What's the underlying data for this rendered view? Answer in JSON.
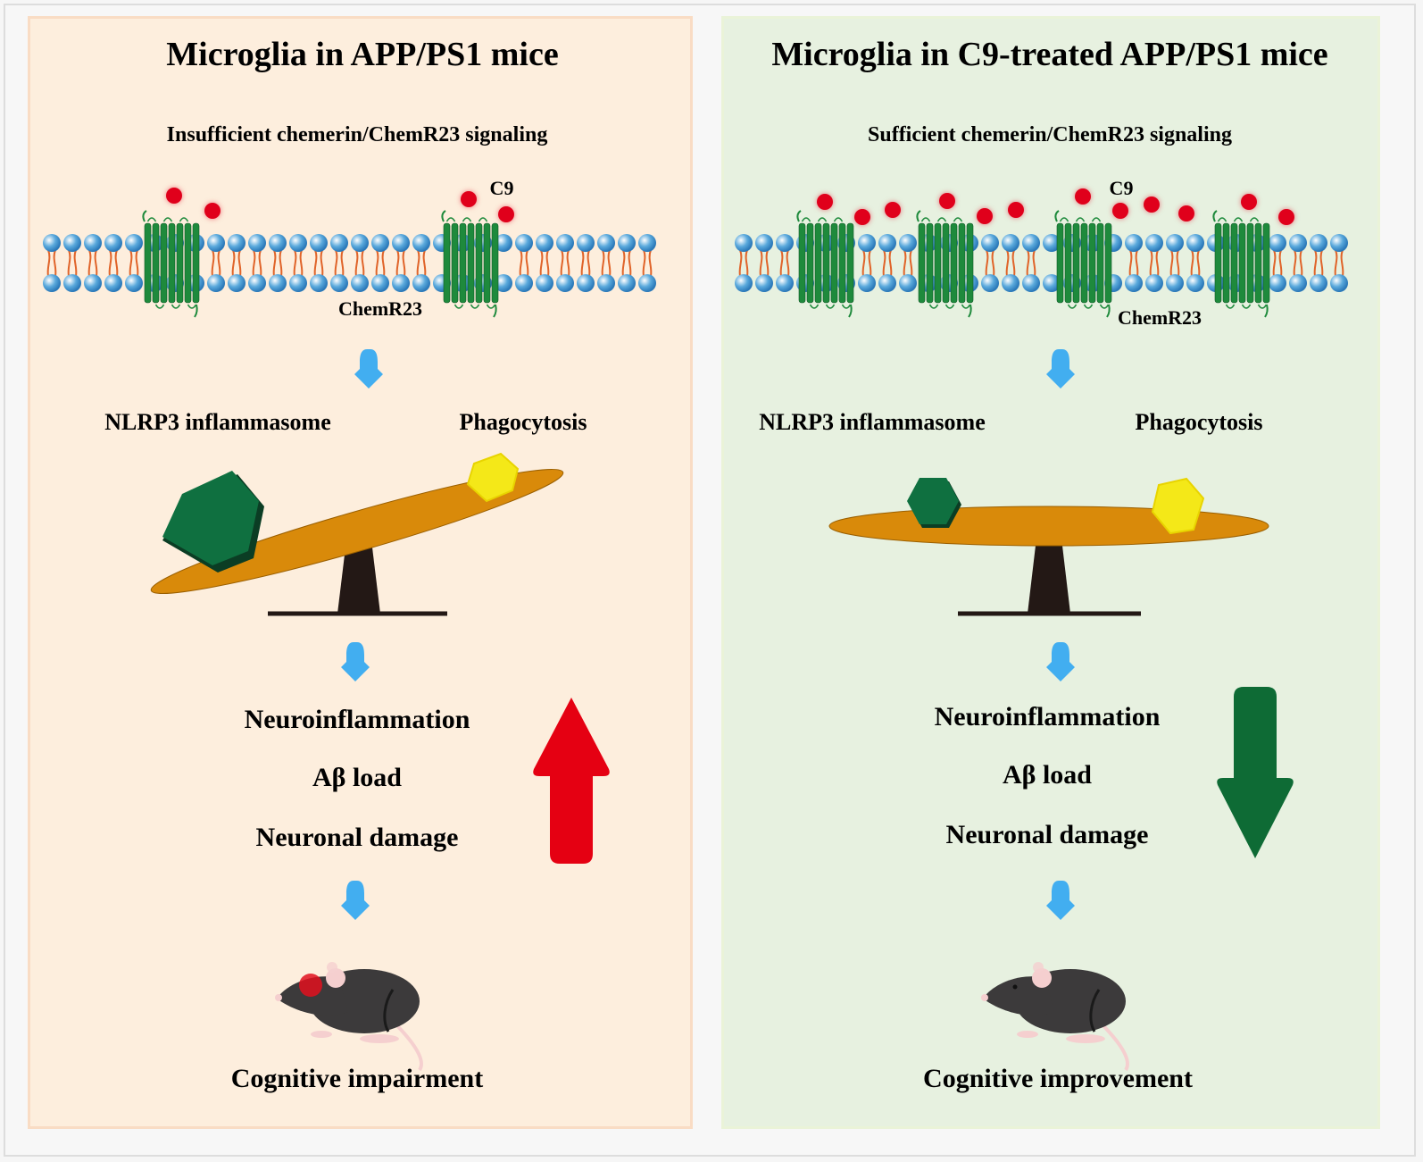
{
  "colors": {
    "left_bg": "#fdeedd",
    "right_bg": "#e7f1e0",
    "lipid_head": "#5aa9dc",
    "lipid_tail": "#e0642a",
    "receptor": "#1e8a3c",
    "ligand": "#e0001b",
    "flow_arrow": "#42aef0",
    "seesaw_beam": "#d98a0a",
    "seesaw_stand": "#231815",
    "nlrp3_hex": "#0f7040",
    "phago_hex": "#f4e818",
    "up_arrow": "#e50012",
    "down_arrow": "#0e6b35",
    "mouse_body": "#3c3a3b",
    "mouse_pink": "#f5cfcf",
    "brain_highlight": "#e0101e"
  },
  "panels": [
    {
      "id": "untreated",
      "title": "Microglia in APP/PS1 mice",
      "signaling": "Insufficient chemerin/ChemR23 signaling",
      "ligand_label": "C9",
      "receptor_label": "ChemR23",
      "receptor_count": 2,
      "ligand_count": 4,
      "left_weight": "NLRP3 inflammasome",
      "right_weight": "Phagocytosis",
      "balance": "tilted toward NLRP3 inflammasome",
      "outcomes": [
        "Neuroinflammation",
        "Aβ load",
        "Neuronal damage"
      ],
      "trend": "increase",
      "result": "Cognitive impairment",
      "brain_highlight": true
    },
    {
      "id": "c9-treated",
      "title": "Microglia in C9-treated APP/PS1 mice",
      "signaling": "Sufficient chemerin/ChemR23 signaling",
      "ligand_label": "C9",
      "receptor_label": "ChemR23",
      "receptor_count": 4,
      "ligand_count": 12,
      "left_weight": "NLRP3 inflammasome",
      "right_weight": "Phagocytosis",
      "balance": "balanced",
      "outcomes": [
        "Neuroinflammation",
        "Aβ load",
        "Neuronal damage"
      ],
      "trend": "decrease",
      "result": "Cognitive improvement",
      "brain_highlight": false
    }
  ]
}
